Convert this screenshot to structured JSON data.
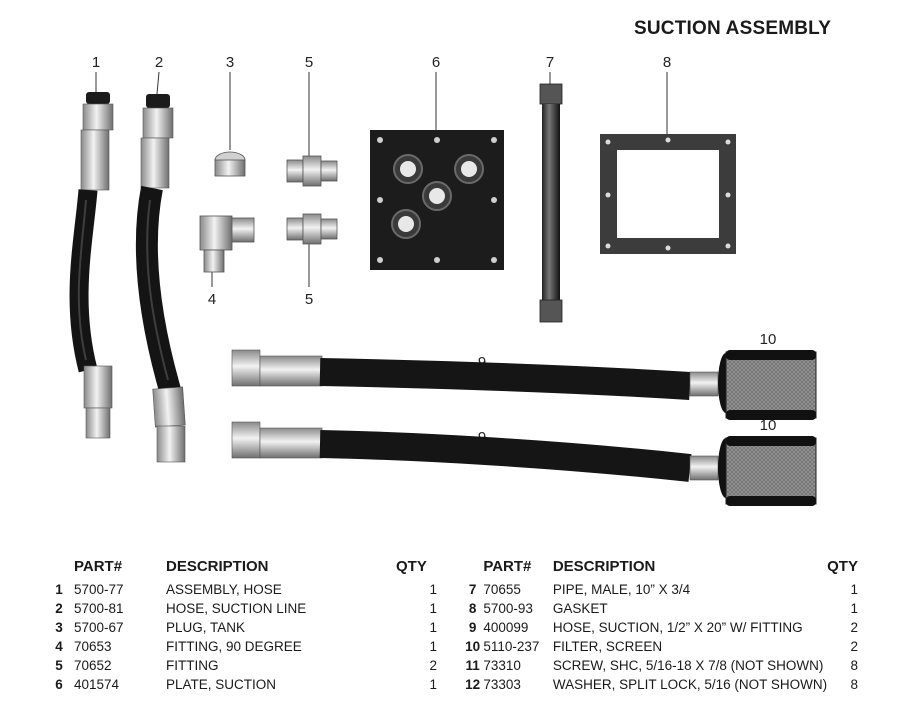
{
  "title": "SUCTION ASSEMBLY",
  "callouts": [
    "1",
    "2",
    "3",
    "5",
    "6",
    "7",
    "8",
    "4",
    "5",
    "9",
    "10",
    "9",
    "10"
  ],
  "table_headers": {
    "part": "PART#",
    "description": "DESCRIPTION",
    "qty": "QTY"
  },
  "parts_left": [
    {
      "num": "1",
      "part": "5700-77",
      "desc": "ASSEMBLY, HOSE",
      "qty": "1"
    },
    {
      "num": "2",
      "part": "5700-81",
      "desc": "HOSE, SUCTION LINE",
      "qty": "1"
    },
    {
      "num": "3",
      "part": "5700-67",
      "desc": "PLUG, TANK",
      "qty": "1"
    },
    {
      "num": "4",
      "part": "70653",
      "desc": "FITTING, 90 DEGREE",
      "qty": "1"
    },
    {
      "num": "5",
      "part": "70652",
      "desc": "FITTING",
      "qty": "2"
    },
    {
      "num": "6",
      "part": "401574",
      "desc": "PLATE, SUCTION",
      "qty": "1"
    }
  ],
  "parts_right": [
    {
      "num": "7",
      "part": "70655",
      "desc": "PIPE, MALE, 10” X 3/4",
      "qty": "1"
    },
    {
      "num": "8",
      "part": "5700-93",
      "desc": "GASKET",
      "qty": "1"
    },
    {
      "num": "9",
      "part": "400099",
      "desc": "HOSE, SUCTION, 1/2” X 20” W/ FITTING",
      "qty": "2"
    },
    {
      "num": "10",
      "part": "5110-237",
      "desc": "FILTER, SCREEN",
      "qty": "2"
    },
    {
      "num": "11",
      "part": "73310",
      "desc": "SCREW, SHC, 5/16-18 X 7/8 (NOT SHOWN)",
      "qty": "8"
    },
    {
      "num": "12",
      "part": "73303",
      "desc": "WASHER, SPLIT LOCK, 5/16 (NOT SHOWN)",
      "qty": "8"
    }
  ]
}
